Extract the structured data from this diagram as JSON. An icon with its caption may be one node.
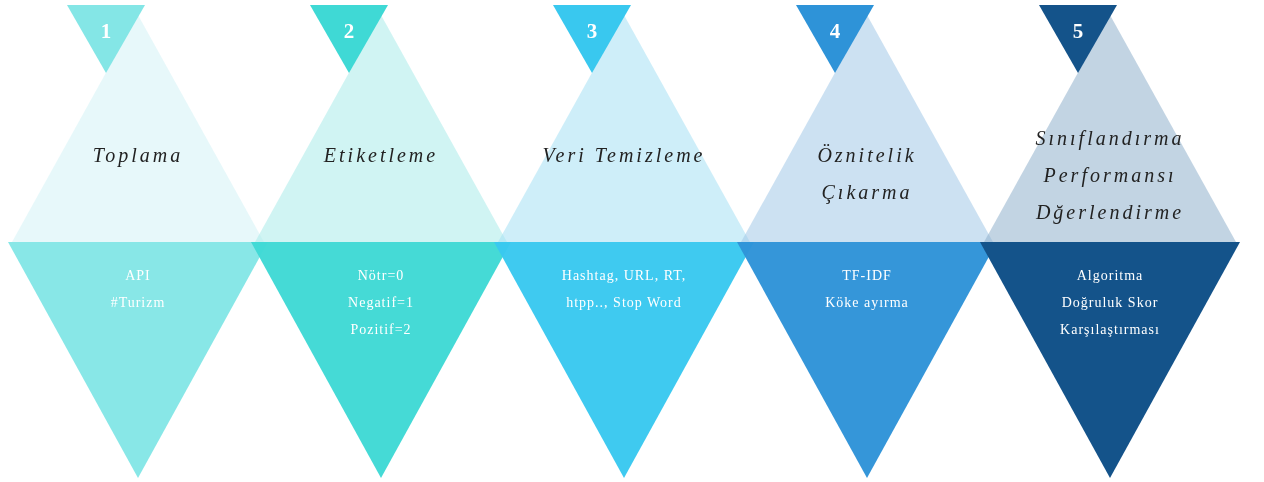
{
  "diagram": {
    "nodes": [
      {
        "text": [
          "1"
        ]
      },
      {
        "text": [
          "Toplama"
        ]
      },
      {
        "text": [
          "API",
          "#Turizm"
        ]
      },
      {
        "text": [
          "2"
        ]
      },
      {
        "text": [
          "Etiketleme"
        ]
      },
      {
        "text": [
          "Nötr=0",
          "Negatif=1",
          "Pozitif=2"
        ]
      },
      {
        "text": [
          "3"
        ]
      },
      {
        "text": [
          "Veri Temizleme"
        ]
      },
      {
        "text": [
          "Hashtag, URL, RT, htpp.., Stop Word"
        ]
      },
      {
        "text": [
          "4"
        ]
      },
      {
        "text": [
          "Öznitelik Çıkarma"
        ]
      },
      {
        "text": [
          "TF-IDF",
          "Köke ayırma"
        ]
      },
      {
        "text": [
          "5"
        ]
      },
      {
        "text": [
          "Sınıflandırma Performansı Dğerlendirme"
        ]
      },
      {
        "text": [
          "Algoritma Doğruluk Skor Karşılaştırması"
        ]
      }
    ]
  }
}
